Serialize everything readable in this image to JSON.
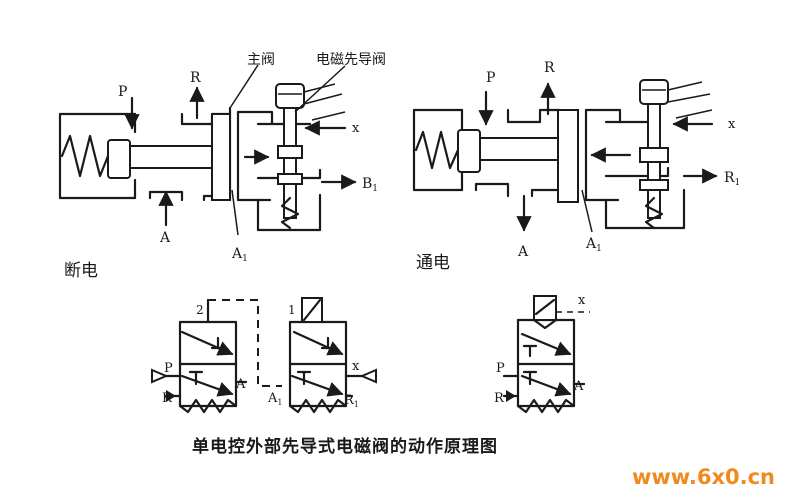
{
  "labels": {
    "main_valve": "主阀",
    "pilot_valve": "电磁先导阀",
    "de_energized": "断电",
    "energized": "通电",
    "P": "P",
    "R": "R",
    "A": "A",
    "A1": "A",
    "A1_sub": "1",
    "B1": "B",
    "B1_sub": "1",
    "R1": "R",
    "R1_sub": "1",
    "X": "x",
    "port_2": "2",
    "port_1": "1"
  },
  "caption": "单电控外部先导式电磁阀的动作原理图",
  "watermark": {
    "text": "www.6x0.cn",
    "color_main": "#f08a1e",
    "color_accent": "#e8161b"
  }
}
